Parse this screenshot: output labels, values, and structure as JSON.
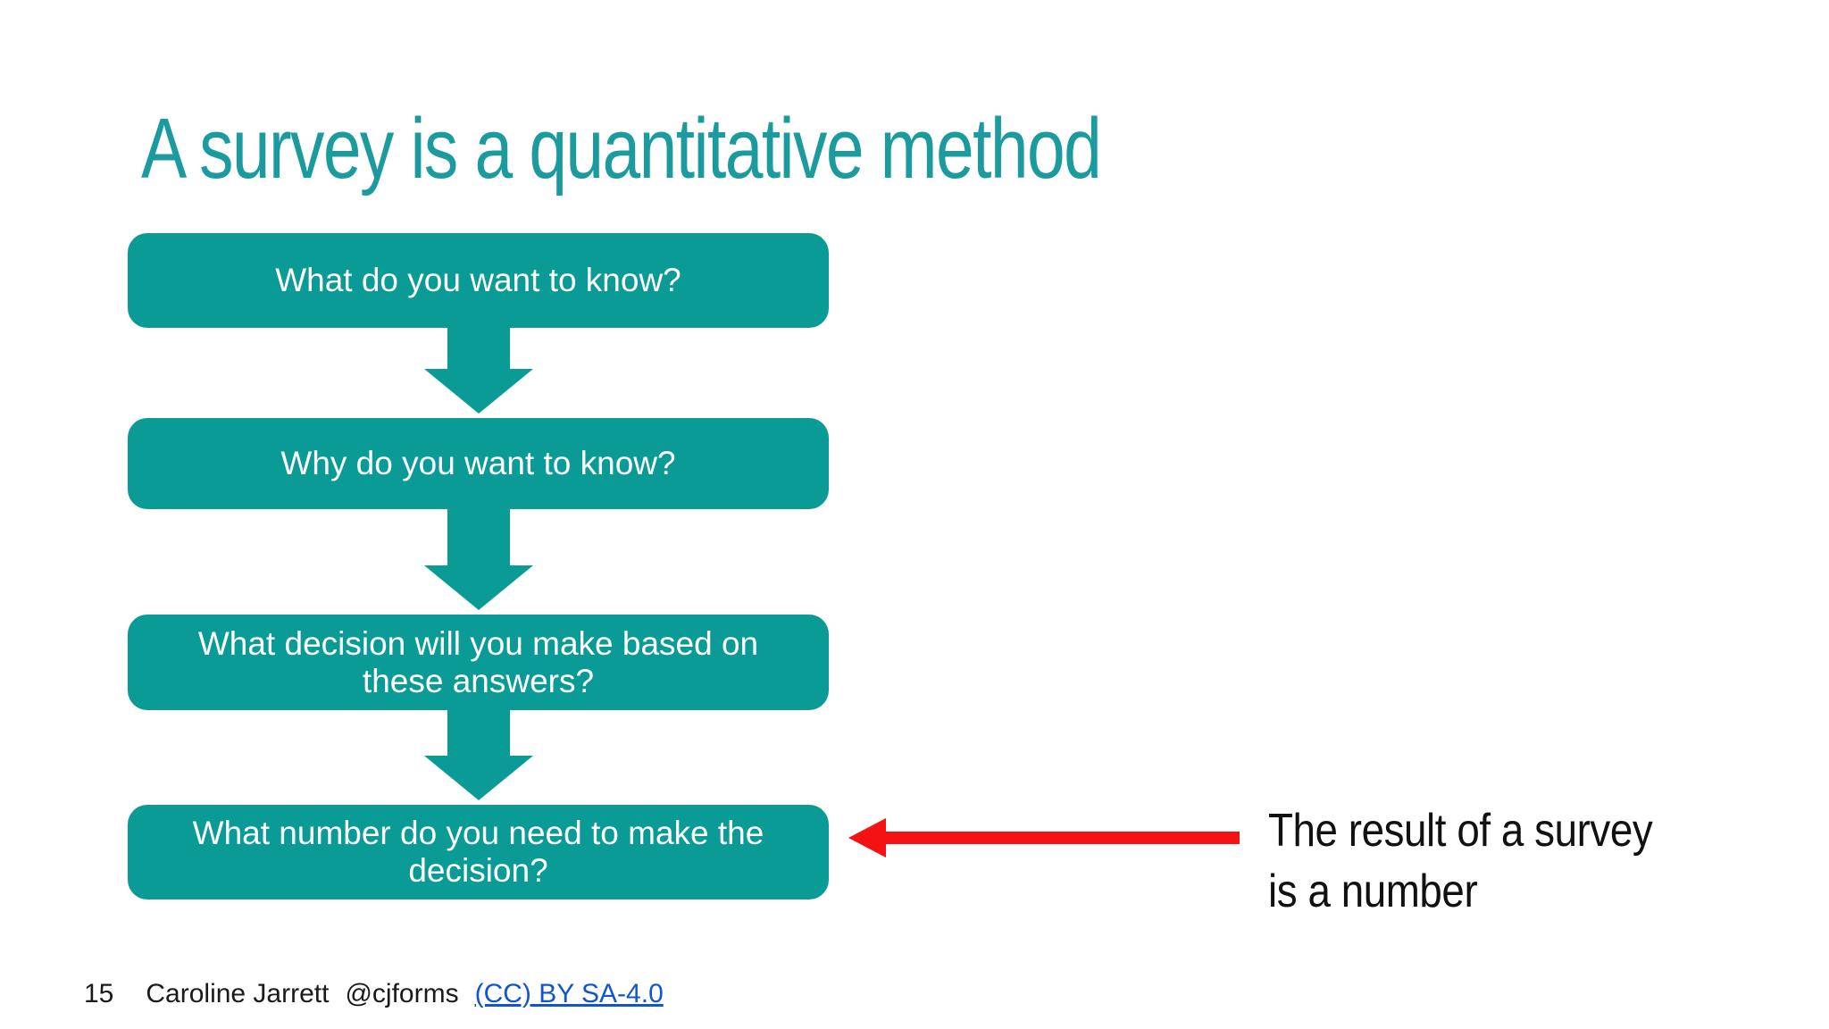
{
  "slide": {
    "title": "A survey is a quantitative method",
    "flow": {
      "boxes": [
        {
          "label": "What do you want to know?"
        },
        {
          "label": "Why do you want to know?"
        },
        {
          "label": "What decision will you make based on these answers?"
        },
        {
          "label": "What number do you need to make the decision?"
        }
      ]
    },
    "annotation": {
      "lines": [
        "The result of a survey",
        "is a number"
      ]
    },
    "footer": {
      "page_number": "15",
      "author": "Caroline Jarrett",
      "handle": "@cjforms",
      "license": "(CC) BY SA-4.0"
    },
    "colors": {
      "teal_box": "#0a9b96",
      "teal_title": "#1b9b9d",
      "arrow_red": "#f51212",
      "link_blue": "#1155cc",
      "annotation_text": "#111111",
      "box_text": "#ffffff"
    }
  }
}
